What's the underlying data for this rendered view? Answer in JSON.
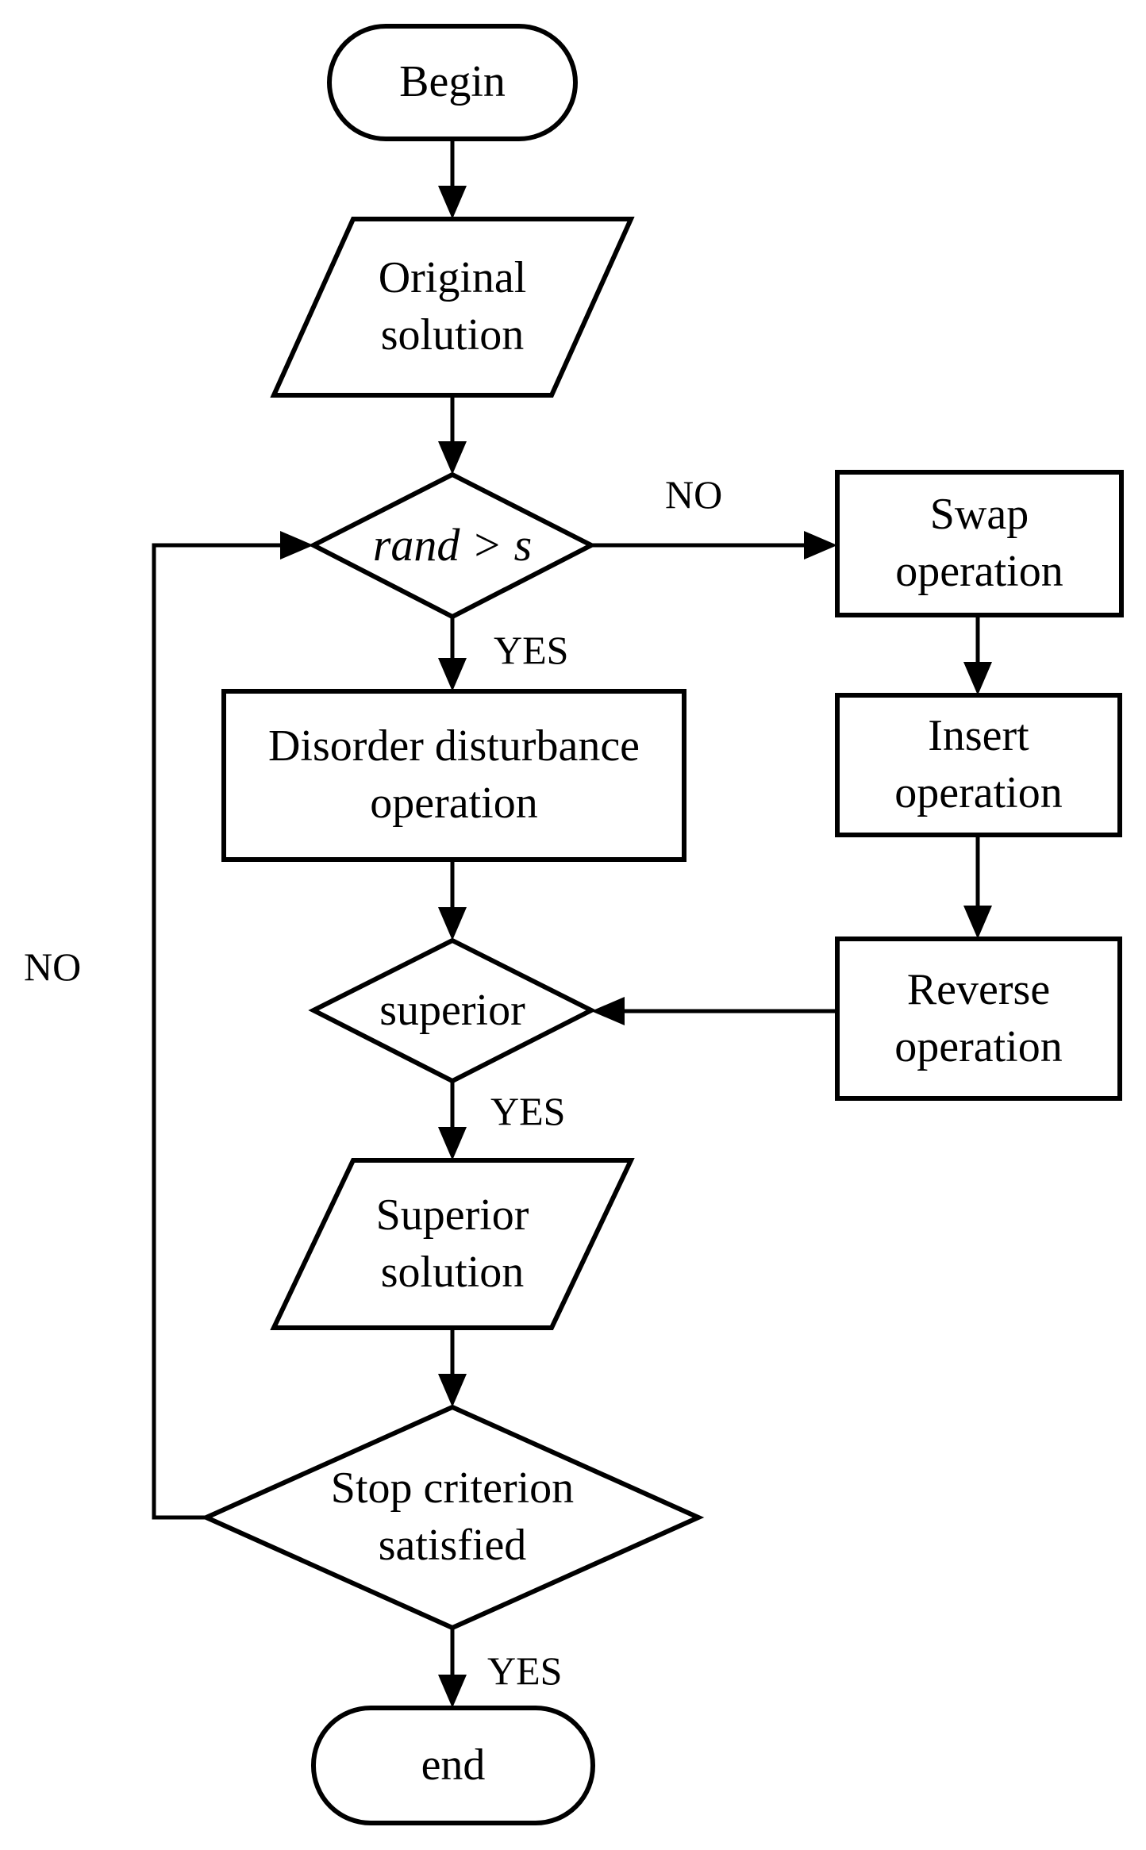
{
  "flowchart": {
    "colors": {
      "stroke": "#000000",
      "fill": "#ffffff"
    },
    "nodes": {
      "begin": {
        "type": "terminator",
        "label": "Begin"
      },
      "original_solution": {
        "type": "input-output",
        "line1": "Original",
        "line2": "solution"
      },
      "rand_decision": {
        "type": "decision",
        "label": "rand > s"
      },
      "disorder_operation": {
        "type": "process",
        "line1": "Disorder disturbance",
        "line2": "operation"
      },
      "swap_operation": {
        "type": "process",
        "line1": "Swap",
        "line2": "operation"
      },
      "insert_operation": {
        "type": "process",
        "line1": "Insert",
        "line2": "operation"
      },
      "reverse_operation": {
        "type": "process",
        "line1": "Reverse",
        "line2": "operation"
      },
      "superior_decision": {
        "type": "decision",
        "label": "superior"
      },
      "superior_solution": {
        "type": "input-output",
        "line1": "Superior",
        "line2": "solution"
      },
      "stop_decision": {
        "type": "decision",
        "line1": "Stop criterion",
        "line2": "satisfied"
      },
      "end": {
        "type": "terminator",
        "label": "end"
      }
    },
    "edge_labels": {
      "no_rand_to_swap": "NO",
      "yes_rand_to_disorder": "YES",
      "yes_superior_to_solution": "YES",
      "no_stop_loop": "NO",
      "yes_stop_to_end": "YES"
    }
  }
}
